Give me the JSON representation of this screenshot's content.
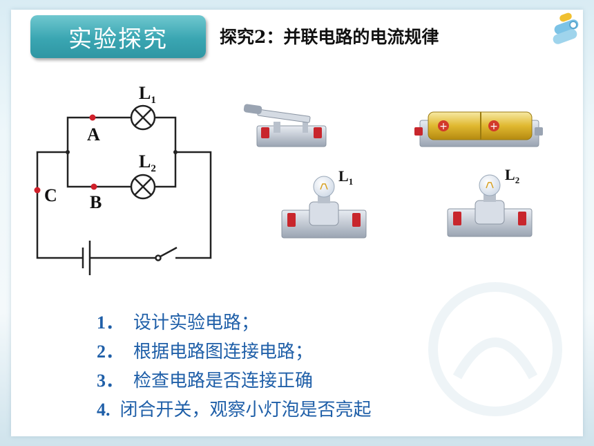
{
  "header": {
    "badge": "实验探究",
    "subtitle": "探究2：并联电路的电流规律"
  },
  "circuit": {
    "lamp1": {
      "letter": "L",
      "sub": "1"
    },
    "lamp2": {
      "letter": "L",
      "sub": "2"
    },
    "point_a": "A",
    "point_b": "B",
    "point_c": "C"
  },
  "components": {
    "bulb1": {
      "letter": "L",
      "sub": "1"
    },
    "bulb2": {
      "letter": "L",
      "sub": "2"
    }
  },
  "steps": [
    {
      "num": "1．",
      "text": "设计实验电路；"
    },
    {
      "num": "2．",
      "text": "根据电路图连接电路；"
    },
    {
      "num": "3．",
      "text": "检查电路是否连接正确"
    },
    {
      "num": "4.",
      "text": "闭合开关，观察小灯泡是否亮起"
    }
  ],
  "colors": {
    "badge": "#3aa6b2",
    "steps_text": "#1f5fa8",
    "node_dot": "#d0202a"
  }
}
